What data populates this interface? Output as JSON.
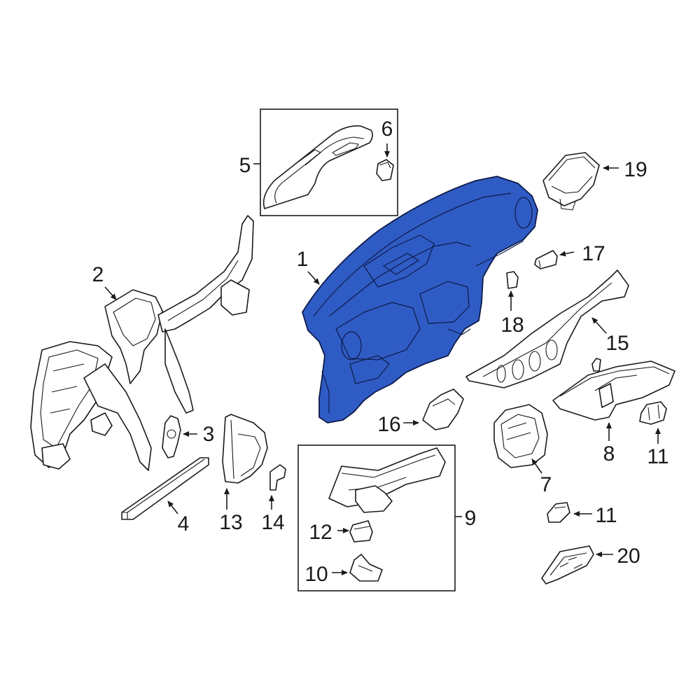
{
  "highlight_color": "#2f5cc4",
  "callouts": {
    "c1": "1",
    "c2": "2",
    "c3": "3",
    "c4": "4",
    "c5": "5",
    "c6": "6",
    "c7": "7",
    "c8": "8",
    "c9": "9",
    "c10": "10",
    "c11a": "11",
    "c11b": "11",
    "c12": "12",
    "c13": "13",
    "c14": "14",
    "c15": "15",
    "c16": "16",
    "c17": "17",
    "c18": "18",
    "c19": "19",
    "c20": "20"
  },
  "parts": {
    "instrument_panel": {
      "callout": "1",
      "highlighted": true
    },
    "cross_car_beam": {
      "callout": "2"
    },
    "bracket_3": {
      "callout": "3"
    },
    "support_bar": {
      "callout": "4"
    },
    "upper_trim_cover": {
      "callout": "5"
    },
    "clip_6": {
      "callout": "6"
    },
    "bracket_7": {
      "callout": "7"
    },
    "glove_box_frame": {
      "callout": "8"
    },
    "center_support_assembly": {
      "callout": "9"
    },
    "bracket_10": {
      "callout": "10"
    },
    "switch_11": {
      "callout": "11"
    },
    "clip_12": {
      "callout": "12"
    },
    "side_cover": {
      "callout": "13"
    },
    "clip_14": {
      "callout": "14"
    },
    "trim_panel": {
      "callout": "15"
    },
    "bracket_16": {
      "callout": "16"
    },
    "sensor_17": {
      "callout": "17"
    },
    "clip_18": {
      "callout": "18"
    },
    "control_module": {
      "callout": "19"
    },
    "switch_panel": {
      "callout": "20"
    }
  }
}
